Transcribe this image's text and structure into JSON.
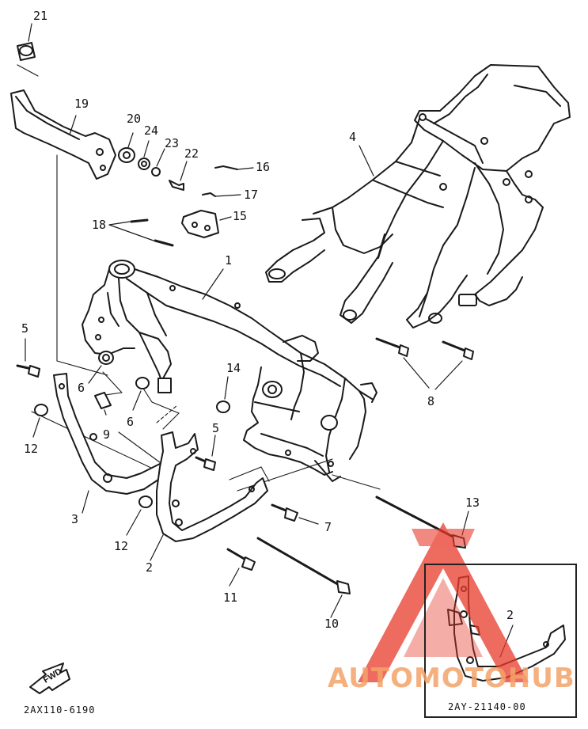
{
  "callouts": [
    {
      "id": "c21",
      "text": "21"
    },
    {
      "id": "c19",
      "text": "19"
    },
    {
      "id": "c20",
      "text": "20"
    },
    {
      "id": "c24",
      "text": "24"
    },
    {
      "id": "c23",
      "text": "23"
    },
    {
      "id": "c22",
      "text": "22"
    },
    {
      "id": "c16",
      "text": "16"
    },
    {
      "id": "c17",
      "text": "17"
    },
    {
      "id": "c15",
      "text": "15"
    },
    {
      "id": "c18",
      "text": "18"
    },
    {
      "id": "c4",
      "text": "4"
    },
    {
      "id": "c1",
      "text": "1"
    },
    {
      "id": "c5a",
      "text": "5"
    },
    {
      "id": "c6a",
      "text": "6"
    },
    {
      "id": "c6b",
      "text": "6"
    },
    {
      "id": "c9",
      "text": "9"
    },
    {
      "id": "c12a",
      "text": "12"
    },
    {
      "id": "c14",
      "text": "14"
    },
    {
      "id": "c8",
      "text": "8"
    },
    {
      "id": "c5b",
      "text": "5"
    },
    {
      "id": "c3",
      "text": "3"
    },
    {
      "id": "c12b",
      "text": "12"
    },
    {
      "id": "c7",
      "text": "7"
    },
    {
      "id": "c13",
      "text": "13"
    },
    {
      "id": "c2a",
      "text": "2"
    },
    {
      "id": "c11",
      "text": "11"
    },
    {
      "id": "c10",
      "text": "10"
    },
    {
      "id": "c2b",
      "text": "2"
    }
  ],
  "part_code": "2AX110-6190",
  "inset_code": "2AY-21140-00",
  "forward_label": "FWD",
  "watermark": {
    "text": "AUTOMOTOHUB",
    "color_a": "#f4a36a",
    "color_b": "#3a3a3a",
    "triangle_color": "#e83a2a"
  }
}
